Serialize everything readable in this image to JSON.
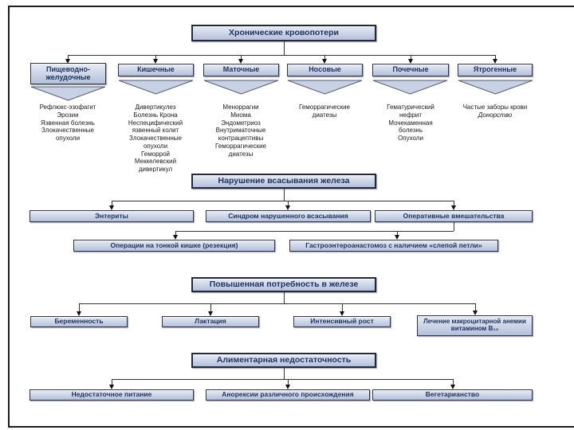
{
  "colors": {
    "box_fill_top": "#e7ebf5",
    "box_fill_bottom": "#b4c0da",
    "box_border": "#30344a",
    "text_navy": "#1c2f5e",
    "line": "#333333",
    "tri_fill": "#c9d2e4"
  },
  "sections": {
    "chronic": {
      "title": "Хронические кровопотери",
      "columns": [
        {
          "label": "Пищеводно-желудочные",
          "items": [
            "Рефлюкс-эзофагит",
            "Эрозии",
            "Язвенная болезнь",
            "Злокачественные опухоли"
          ]
        },
        {
          "label": "Кишечные",
          "items": [
            "Дивертикулез",
            "Болезнь Крона",
            "Неспецифический язвенный колит",
            "Злокачественные опухоли",
            "Геморрой",
            "Меккелевский дивертикул"
          ]
        },
        {
          "label": "Маточные",
          "items": [
            "Меноррагии",
            "Миома",
            "Эндометриоз",
            "Внутриматочные контрацептивы",
            "Геморрагические диатезы"
          ]
        },
        {
          "label": "Носовые",
          "items": [
            "Геморрагические диатезы"
          ]
        },
        {
          "label": "Почечные",
          "items": [
            "Гематурический нефрит",
            "Мочекаменная болезнь",
            "Опухоли"
          ]
        },
        {
          "label": "Ятрогенные",
          "items": [
            "Частые заборы крови",
            {
              "text": "Донорство",
              "italic": true
            }
          ]
        }
      ]
    },
    "absorption": {
      "title": "Нарушение всасывания железа",
      "row": [
        "Энтериты",
        "Синдром нарушенного всасывания",
        "Оперативные вмешательства"
      ],
      "subrow": [
        "Операции на тонкой кишке (резекция)",
        "Гастроэнтероанастомоз с наличием «слепой петли»"
      ]
    },
    "demand": {
      "title": "Повышенная потребность в железе",
      "row": [
        "Беременность",
        "Лактация",
        "Интенсивный рост",
        "Лечение макроцитарной анемии витамином B₁₂"
      ]
    },
    "alimentary": {
      "title": "Алиментарная недостаточность",
      "row": [
        "Недостаточное питание",
        "Анорексии различного происхождения",
        "Вегетарианство"
      ]
    }
  }
}
